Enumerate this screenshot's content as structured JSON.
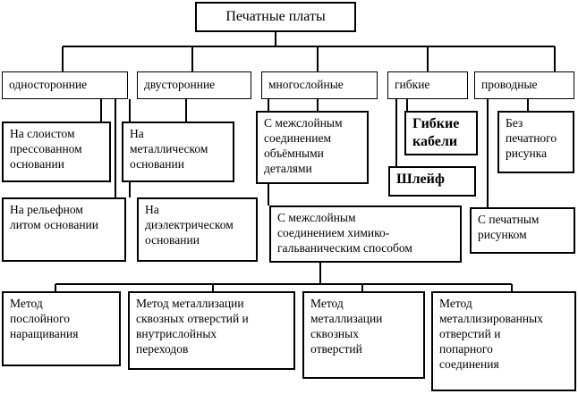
{
  "root": "Печатные платы",
  "categories": {
    "one_sided": "односторонние",
    "two_sided": "двусторонние",
    "multilayer": "многослойные",
    "flexible": "гибкие",
    "wired": "проводные"
  },
  "one_sided": {
    "laminated": "На слоистом\nпрессованном\nосновании",
    "relief": "На рельефном\nлитом основании"
  },
  "two_sided": {
    "metal": "На\nметаллическом\nосновании",
    "dielectric": "На\nдиэлектрическом\nосновании"
  },
  "multilayer": {
    "volumetric": "С межслойным\nсоединением\nобъёмными\nдеталями",
    "chemical": "С межслойным\nсоединением химико-\nгальваническим способом"
  },
  "flexible": {
    "cables": "Гибкие\nкабели",
    "loop": "Шлейф"
  },
  "wired": {
    "no_pattern": "Без\nпечатного\nрисунка",
    "with_pattern": "С печатным\nрисунком"
  },
  "methods": {
    "layering": "Метод\nпослойного\nнаращивания",
    "through_inner": "Метод металлизации\nсквозных отверстий и\nвнутрислойных\nпереходов",
    "through": "Метод\nметаллизации\nсквозных\nотверстий",
    "plated_pairs": "Метод\nметаллизированных\nотверстий и\nпопарного\nсоединения"
  }
}
